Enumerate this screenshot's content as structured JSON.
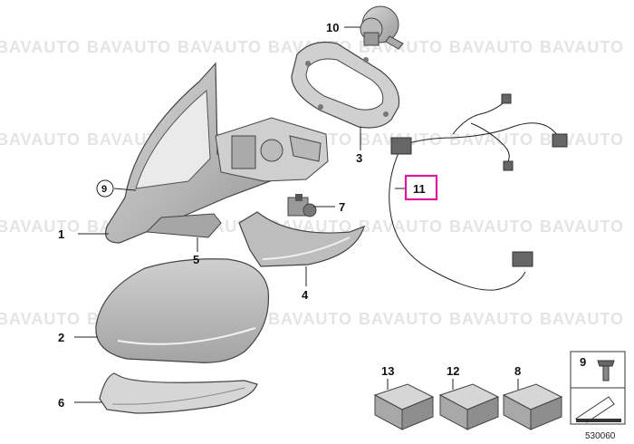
{
  "watermark": "BAVAUTO",
  "reference_number": "530060",
  "callouts": {
    "p1": "1",
    "p2": "2",
    "p3": "3",
    "p4": "4",
    "p5": "5",
    "p6": "6",
    "p7": "7",
    "p8": "8",
    "p9": "9",
    "p10": "10",
    "p11": "11",
    "p12": "12",
    "p13": "13"
  },
  "legend_box": {
    "label": "9"
  },
  "highlight_color": "#e0179c",
  "part_color": "#c9c9c9"
}
